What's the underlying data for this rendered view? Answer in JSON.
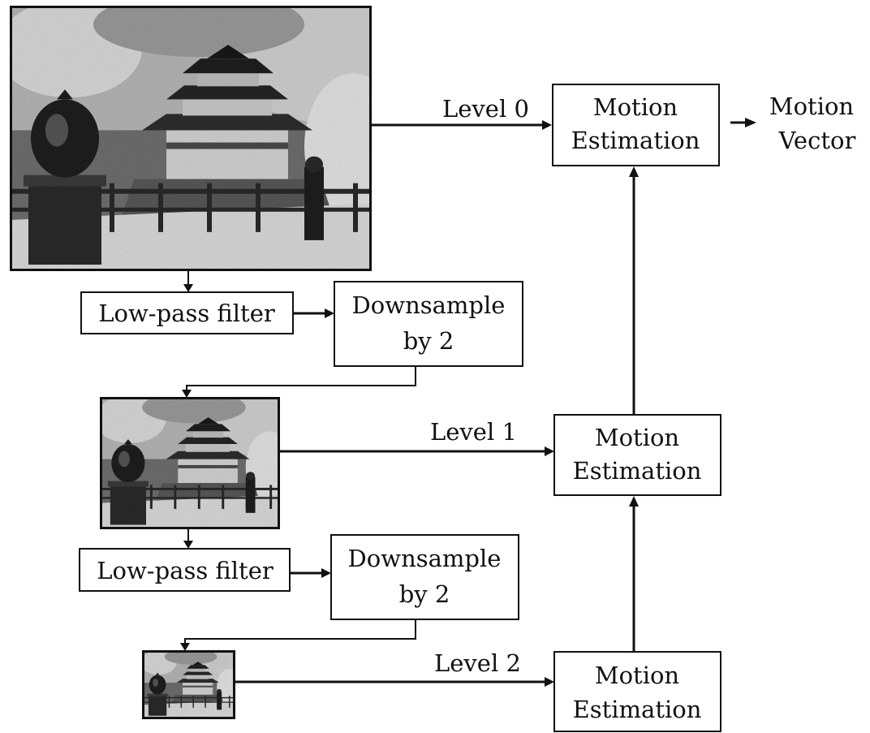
{
  "levels": [
    {
      "label": "Level 0",
      "me_line1": "Motion",
      "me_line2": "Estimation"
    },
    {
      "label": "Level 1",
      "me_line1": "Motion",
      "me_line2": "Estimation"
    },
    {
      "label": "Level 2",
      "me_line1": "Motion",
      "me_line2": "Estimation"
    }
  ],
  "output": {
    "line1": "Motion",
    "line2": "Vector"
  },
  "stages": [
    {
      "filter": "Low-pass filter",
      "down_line1": "Downsample",
      "down_line2": "by 2"
    },
    {
      "filter": "Low-pass filter",
      "down_line1": "Downsample",
      "down_line2": "by 2"
    }
  ],
  "images": [
    {
      "subject": "castle-photo",
      "resolution": "full"
    },
    {
      "subject": "castle-photo",
      "resolution": "half"
    },
    {
      "subject": "castle-photo",
      "resolution": "quarter"
    }
  ]
}
